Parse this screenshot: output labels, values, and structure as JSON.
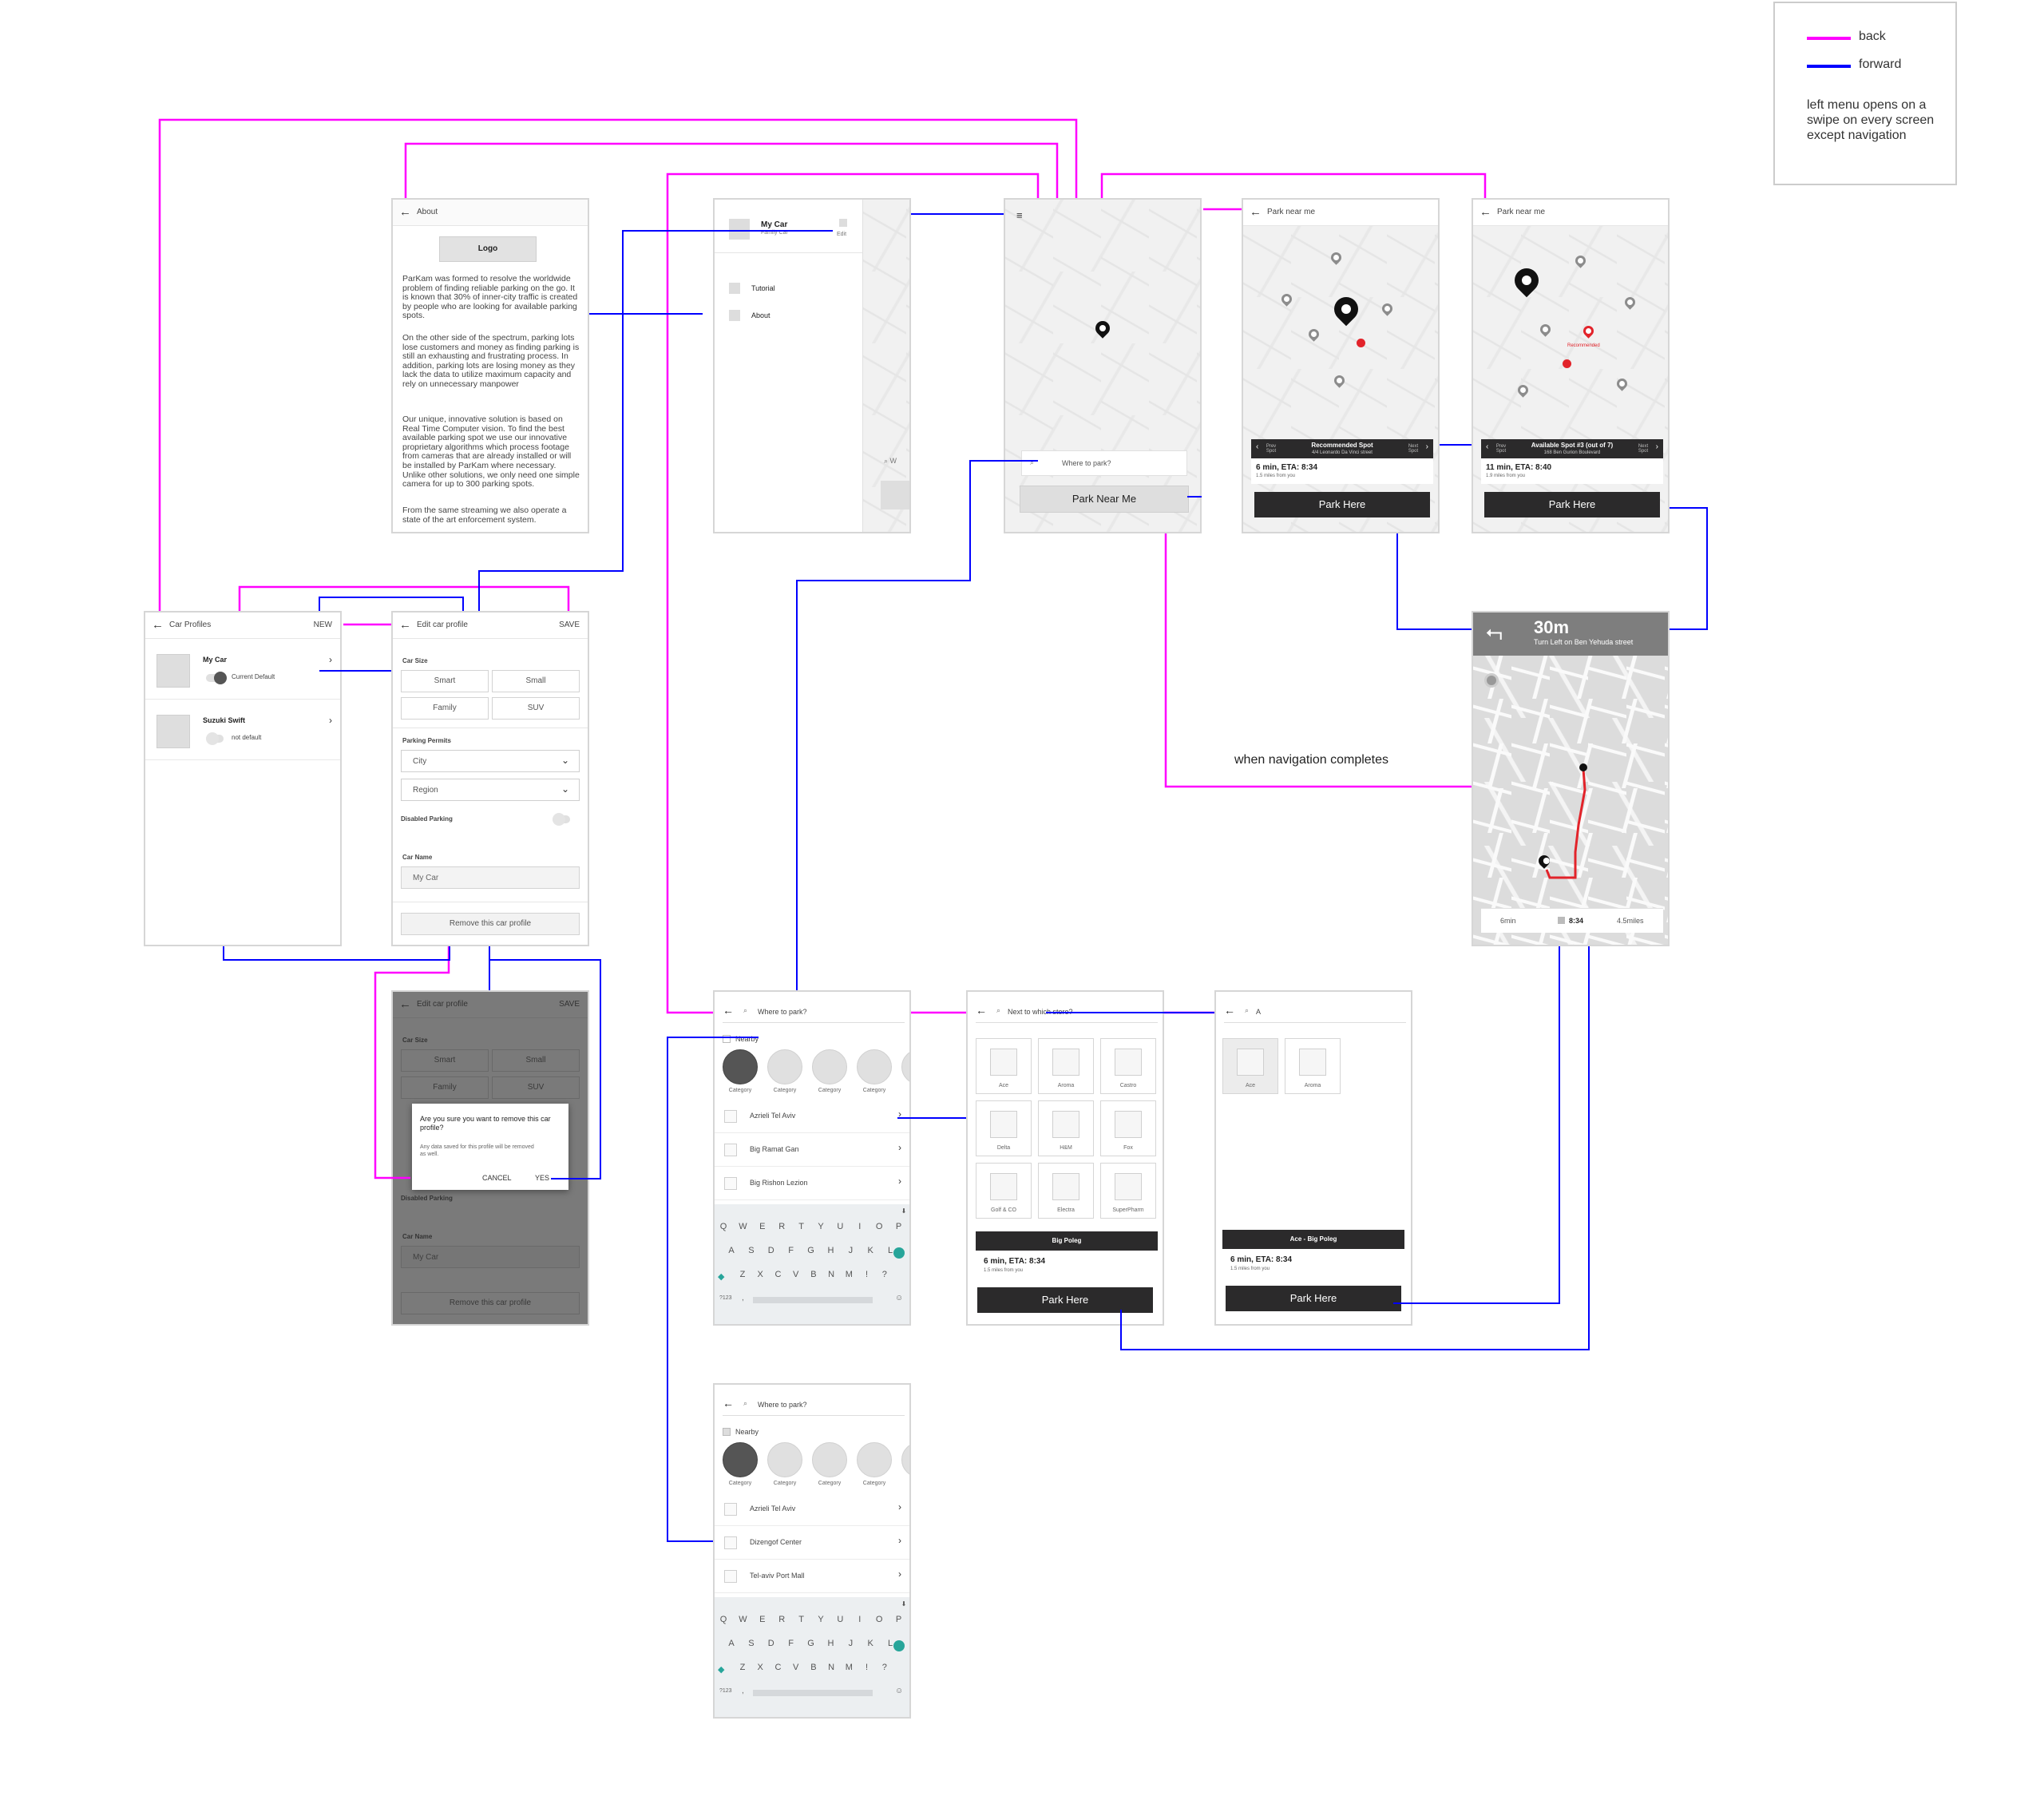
{
  "legend": {
    "back_label": "back",
    "forward_label": "forward",
    "note": "left menu opens on a swipe on every screen except navigation",
    "back_color": "#ff00ff",
    "forward_color": "#0000ff"
  },
  "flow_note": "when navigation completes",
  "about": {
    "title": "About",
    "logo": "Logo",
    "p1": "ParKam was formed to resolve the worldwide problem of finding reliable parking on the go. It is known that 30% of inner-city traffic is created by people who are looking for available parking spots.",
    "p2": "On the other side of the spectrum, parking lots lose customers and money as finding parking is still an exhausting and frustrating process. In addition, parking lots are losing money as they lack the data to utilize maximum capacity and rely on unnecessary manpower",
    "p3": "Our unique, innovative solution is based on Real Time Computer vision. To find the best available parking spot we use our innovative proprietary algorithms which process footage from cameras that are already installed or will be installed by ParKam where necessary. Unlike other solutions, we only need one simple camera for up to 300 parking spots.",
    "p4": "From the same streaming we also operate a state of the art enforcement system."
  },
  "menu": {
    "car_name": "My Car",
    "car_sub": "Family Car",
    "edit": "Edit",
    "items": [
      "Tutorial",
      "About"
    ],
    "peek_text": "W"
  },
  "home": {
    "search_placeholder": "Where to park?",
    "park_near_me": "Park Near Me"
  },
  "park1": {
    "title": "Park near me",
    "spot_title": "Recommended Spot",
    "spot_address": "4/4 Leonardo Da Vinci street",
    "prev": "Prev Spot",
    "next": "Next Spot",
    "eta": "6 min, ETA: 8:34",
    "distance": "1.5 miles from you",
    "park_here": "Park Here"
  },
  "park2": {
    "title": "Park near me",
    "recommended": "Recommended",
    "spot_title": "Available Spot #3 (out of 7)",
    "spot_address": "168 Ben Gurion Boulevard",
    "prev": "Prev Spot",
    "next": "Next Spot",
    "eta": "11 min, ETA: 8:40",
    "distance": "1.9 miles from you",
    "park_here": "Park Here"
  },
  "navigation": {
    "distance": "30m",
    "instruction": "Turn Left on Ben Yehuda street",
    "time": "6min",
    "eta": "8:34",
    "miles": "4.5miles"
  },
  "car_profiles": {
    "title": "Car Profiles",
    "new": "NEW",
    "cars": [
      {
        "name": "My Car",
        "status": "Current Default"
      },
      {
        "name": "Suzuki Swift",
        "status": "not default"
      }
    ]
  },
  "edit_car": {
    "title": "Edit car profile",
    "save": "SAVE",
    "car_size_label": "Car Size",
    "sizes": [
      "Smart",
      "Small",
      "Family",
      "SUV"
    ],
    "permits_label": "Parking Permits",
    "city": "City",
    "region": "Region",
    "disabled_label": "Disabled Parking",
    "car_name_label": "Car Name",
    "car_name_value": "My Car",
    "remove": "Remove this car profile"
  },
  "confirm_dialog": {
    "title": "Are you sure you want to remove this car profile?",
    "body": "Any data saved for this profile will be removed as well.",
    "cancel": "CANCEL",
    "yes": "YES"
  },
  "search1": {
    "placeholder": "Where to park?",
    "nearby": "Nearby",
    "category": "Category",
    "places": [
      "Azrieli Tel Aviv",
      "Big Ramat Gan",
      "Big Rishon Lezion"
    ]
  },
  "search2": {
    "placeholder": "Where to park?",
    "nearby": "Nearby",
    "category": "Category",
    "places": [
      "Azrieli Tel Aviv",
      "Dizengof Center",
      "Tel-aviv Port Mall"
    ]
  },
  "keyboard": {
    "row1": [
      "Q",
      "W",
      "E",
      "R",
      "T",
      "Y",
      "U",
      "I",
      "O",
      "P"
    ],
    "row2": [
      "A",
      "S",
      "D",
      "F",
      "G",
      "H",
      "J",
      "K",
      "L"
    ],
    "row3": [
      "Z",
      "X",
      "C",
      "V",
      "B",
      "N",
      "M",
      "!",
      "?"
    ],
    "numkey": "?123",
    "comma": ","
  },
  "store": {
    "placeholder": "Next to which store?",
    "stores": [
      "Ace",
      "Aroma",
      "Castro",
      "Delta",
      "H&M",
      "Fox",
      "Golf & CO",
      "Electra",
      "SuperPharm"
    ],
    "selected": "Big Poleg",
    "eta": "6 min, ETA: 8:34",
    "distance": "1.5 miles from you",
    "park_here": "Park Here"
  },
  "store_filter": {
    "query": "A",
    "stores": [
      "Ace",
      "Aroma"
    ],
    "selected": "Ace - Big Poleg",
    "eta": "6 min, ETA: 8:34",
    "distance": "1.5 miles from you",
    "park_here": "Park Here"
  }
}
